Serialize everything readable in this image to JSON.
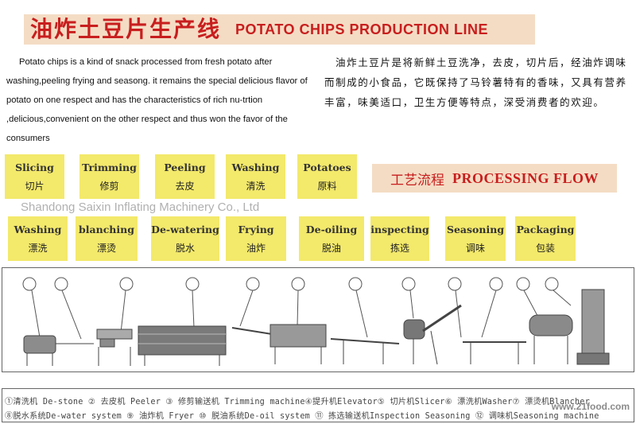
{
  "title": {
    "cn": "油炸土豆片生产线",
    "en": "POTATO CHIPS PRODUCTION LINE"
  },
  "intro": {
    "en": "Potato chips is a kind of snack processed from fresh potato after washing,peeling frying and seasong. it remains the special delicious flavor of potato on one respect and has the characteristics of rich nu-trtion ,delicious,convenient on the other respect and thus won the favor of the consumers",
    "cn": "油炸土豆片是将新鲜土豆洗净，去皮，切片后，经油炸调味而制成的小食品，它既保持了马铃薯特有的香味，又具有营养丰富，味美适口，卫生方便等特点，深受消费者的欢迎。"
  },
  "steps_row1": [
    {
      "en": "Slicing",
      "cn": "切片"
    },
    {
      "en": "Trimming",
      "cn": "修剪"
    },
    {
      "en": "Peeling",
      "cn": "去皮"
    },
    {
      "en": "Washing",
      "cn": "清洗"
    },
    {
      "en": "Potatoes",
      "cn": "原料"
    }
  ],
  "steps_row2": [
    {
      "en": "Washing",
      "cn": "漂洗"
    },
    {
      "en": "blanching",
      "cn": "漂烫"
    },
    {
      "en": "De-watering",
      "cn": "脱水"
    },
    {
      "en": "Frying",
      "cn": "油炸"
    },
    {
      "en": "De-oiling",
      "cn": "脱油"
    },
    {
      "en": "inspecting",
      "cn": "拣选"
    },
    {
      "en": "Seasoning",
      "cn": "调味"
    },
    {
      "en": "Packaging",
      "cn": "包装"
    }
  ],
  "flow_banner": {
    "cn": "工艺流程",
    "en": "PROCESSING FLOW"
  },
  "watermark": "Shandong Saixin Inflating Machinery Co., Ltd",
  "site_watermark": "www.21food.com",
  "legend": {
    "row1": "①清洗机 De-stone ② 去皮机 Peeler ③ 修剪输送机 Trimming machine④提升机Elevator⑤ 切片机Slicer⑥ 漂洗机Washer⑦ 漂烫机Blancher",
    "row2": "⑧脱水系统De-water system ⑨ 油炸机 Fryer ⑩ 脱油系统De-oil system ⑪ 拣选输送机Inspection Seasoning ⑫ 调味机Seasoning machine"
  },
  "colors": {
    "title_red": "#c81e1e",
    "banner_bg": "#f4dcc4",
    "step_bg": "#f3e96b",
    "machine_gray": "#8c8c8c"
  }
}
